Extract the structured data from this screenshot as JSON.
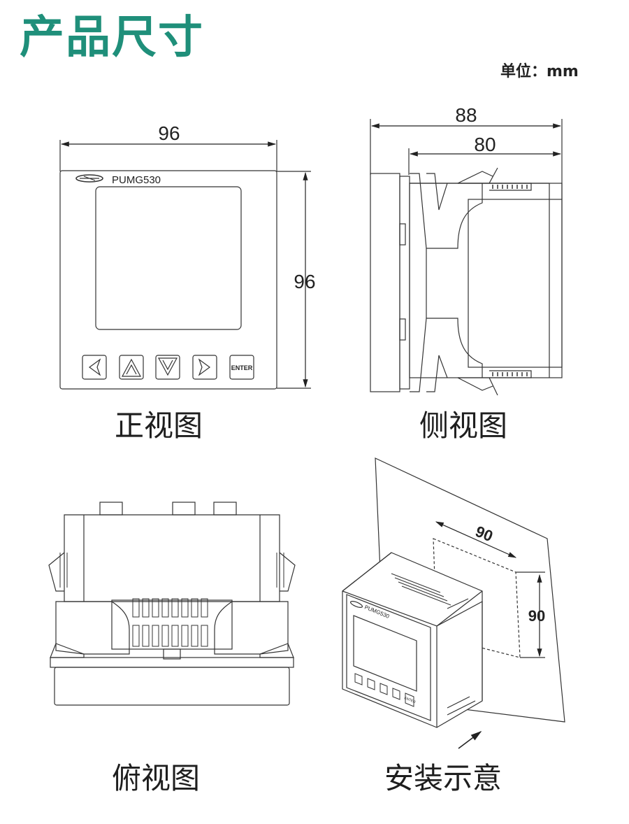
{
  "title": "产品尺寸",
  "unit": "单位：mm",
  "front_view": {
    "caption": "正视图",
    "width_dim": "96",
    "height_dim": "96",
    "model": "PUMG530",
    "buttons": [
      "left-arrow",
      "up-arrow",
      "down-arrow",
      "right-arrow",
      "ENTER"
    ],
    "enter_label": "ENTER"
  },
  "side_view": {
    "caption": "侧视图",
    "total_depth_dim": "88",
    "body_depth_dim": "80"
  },
  "top_view": {
    "caption": "俯视图"
  },
  "install_view": {
    "caption": "安装示意",
    "cutout_width_dim": "90",
    "cutout_height_dim": "90",
    "model": "PUMG530",
    "enter_label": "ENTER"
  },
  "colors": {
    "title": "#1f8f7a",
    "line": "#333333"
  }
}
